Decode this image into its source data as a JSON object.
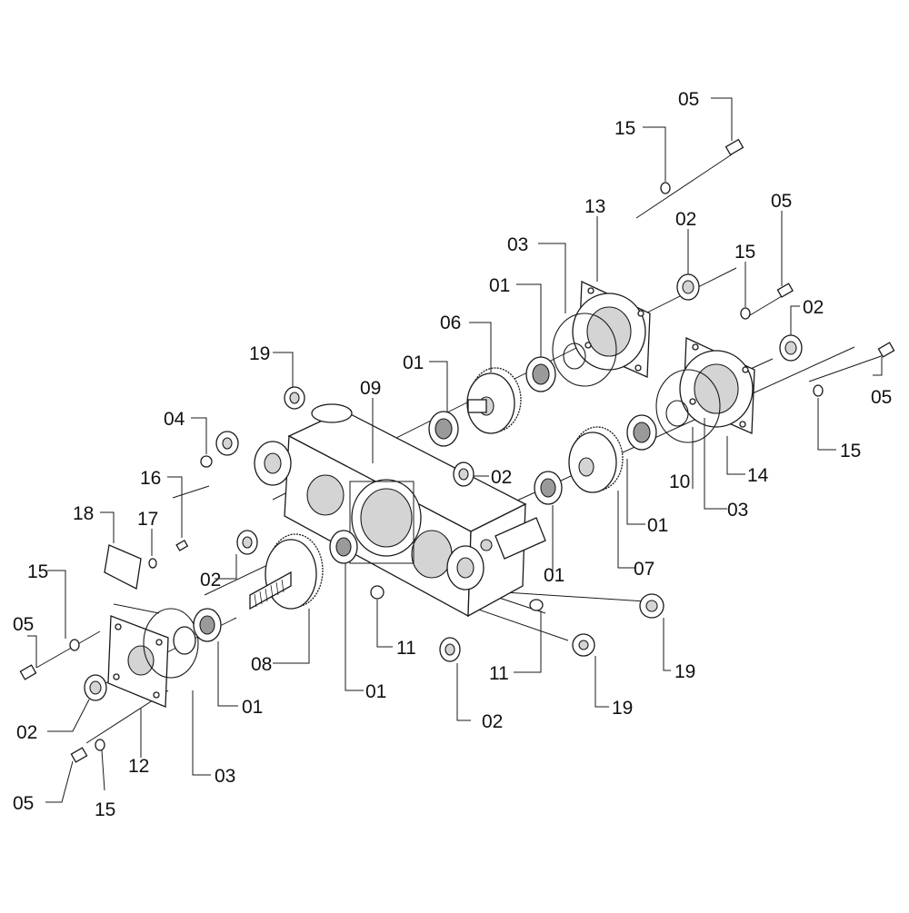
{
  "diagram": {
    "callouts": [
      {
        "id": "c-05-a",
        "label": "05"
      },
      {
        "id": "c-15-a",
        "label": "15"
      },
      {
        "id": "c-13",
        "label": "13"
      },
      {
        "id": "c-02-a",
        "label": "02"
      },
      {
        "id": "c-05-b",
        "label": "05"
      },
      {
        "id": "c-03-a",
        "label": "03"
      },
      {
        "id": "c-01-a",
        "label": "01"
      },
      {
        "id": "c-15-b",
        "label": "15"
      },
      {
        "id": "c-02-b",
        "label": "02"
      },
      {
        "id": "c-06",
        "label": "06"
      },
      {
        "id": "c-19-a",
        "label": "19"
      },
      {
        "id": "c-01-b",
        "label": "01"
      },
      {
        "id": "c-09",
        "label": "09"
      },
      {
        "id": "c-05-c",
        "label": "05"
      },
      {
        "id": "c-04",
        "label": "04"
      },
      {
        "id": "c-15-c",
        "label": "15"
      },
      {
        "id": "c-16",
        "label": "16"
      },
      {
        "id": "c-02-c",
        "label": "02"
      },
      {
        "id": "c-10",
        "label": "10"
      },
      {
        "id": "c-14",
        "label": "14"
      },
      {
        "id": "c-18",
        "label": "18"
      },
      {
        "id": "c-17",
        "label": "17"
      },
      {
        "id": "c-03-b",
        "label": "03"
      },
      {
        "id": "c-01-c",
        "label": "01"
      },
      {
        "id": "c-02-d",
        "label": "02"
      },
      {
        "id": "c-01-d",
        "label": "01"
      },
      {
        "id": "c-07",
        "label": "07"
      },
      {
        "id": "c-15-d",
        "label": "15"
      },
      {
        "id": "c-05-d",
        "label": "05"
      },
      {
        "id": "c-11-a",
        "label": "11"
      },
      {
        "id": "c-08",
        "label": "08"
      },
      {
        "id": "c-19-b",
        "label": "19"
      },
      {
        "id": "c-11-b",
        "label": "11"
      },
      {
        "id": "c-01-e",
        "label": "01"
      },
      {
        "id": "c-01-f",
        "label": "01"
      },
      {
        "id": "c-19-c",
        "label": "19"
      },
      {
        "id": "c-02-e",
        "label": "02"
      },
      {
        "id": "c-02-f",
        "label": "02"
      },
      {
        "id": "c-12",
        "label": "12"
      },
      {
        "id": "c-03-c",
        "label": "03"
      },
      {
        "id": "c-05-e",
        "label": "05"
      },
      {
        "id": "c-15-e",
        "label": "15"
      }
    ]
  }
}
